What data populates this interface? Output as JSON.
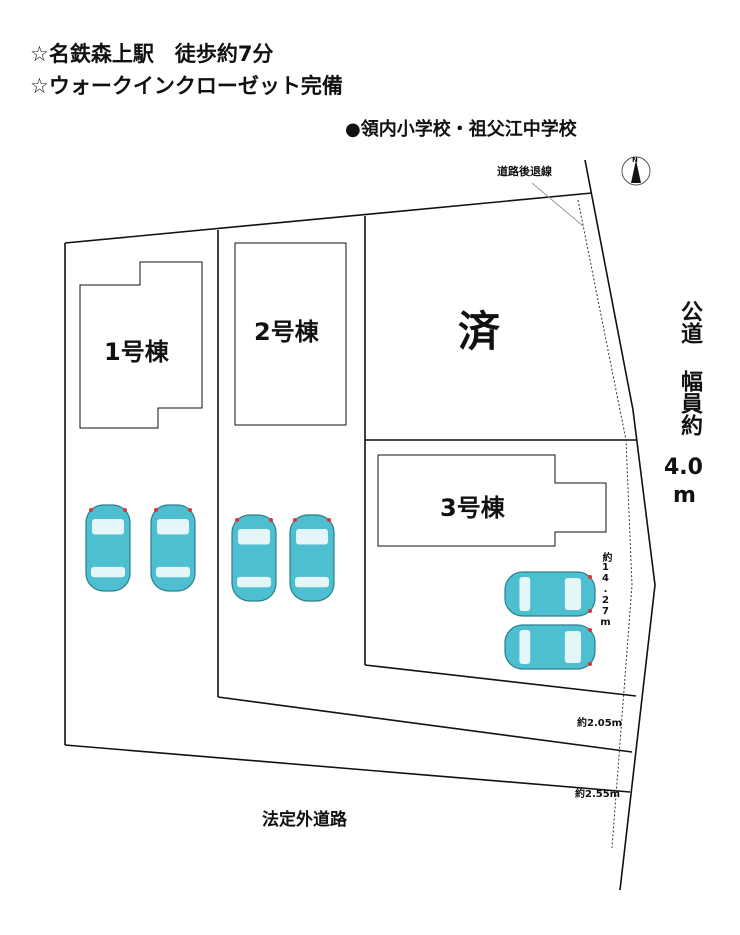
{
  "header": {
    "line1": "☆名鉄森上駅　徒歩約7分",
    "line2": "☆ウォークインクローゼット完備",
    "schools": "●領内小学校・祖父江中学校"
  },
  "plan": {
    "setback_label": "道路後退線",
    "north_label": "N",
    "lots": [
      {
        "label": "1号棟"
      },
      {
        "label": "2号棟"
      },
      {
        "label": "済"
      },
      {
        "label": "3号棟"
      }
    ],
    "road_east": {
      "name": "公道",
      "width_label": "幅員約",
      "width_value": "4.0",
      "unit": "m"
    },
    "road_south": "法定外道路",
    "dimensions": {
      "frontage": "約14.27m",
      "width1": "約2.05m",
      "width2": "約2.55m"
    },
    "colors": {
      "car": "#4dbfd0",
      "line": "#111111"
    }
  }
}
